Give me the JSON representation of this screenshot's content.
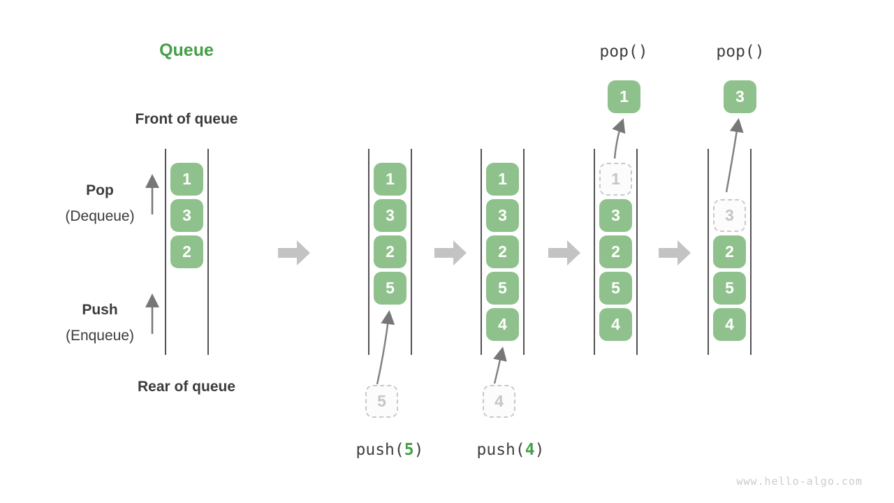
{
  "title": "Queue",
  "side": {
    "front_label": "Front of queue",
    "rear_label": "Rear of queue",
    "pop_label": "Pop",
    "pop_sub_label": "(Dequeue)",
    "push_label": "Push",
    "push_sub_label": "(Enqueue)"
  },
  "states": [
    {
      "cells": [
        "1",
        "3",
        "2"
      ]
    },
    {
      "cells": [
        "1",
        "3",
        "2",
        "5"
      ],
      "incoming": "5"
    },
    {
      "cells": [
        "1",
        "3",
        "2",
        "5",
        "4"
      ],
      "incoming": "4"
    },
    {
      "cells": [
        "3",
        "2",
        "5",
        "4"
      ],
      "ghost": "1",
      "popped": "1"
    },
    {
      "cells": [
        "2",
        "5",
        "4"
      ],
      "ghost": "3",
      "popped": "3"
    }
  ],
  "operations": {
    "pops": [
      "pop()",
      "pop()"
    ],
    "pushes": [
      {
        "prefix": "push(",
        "value": "5",
        "suffix": ")"
      },
      {
        "prefix": "push(",
        "value": "4",
        "suffix": ")"
      }
    ]
  },
  "watermark": "www.hello-algo.com",
  "colors": {
    "box_green": "#8fc18c",
    "accent_green": "#43a047",
    "text_dark": "#3b3b3b",
    "column_line": "#525252",
    "block_arrow": "#c3c3c3",
    "thin_arrow": "#828282",
    "ghost_border": "#c9c9c9",
    "ghost_text": "#c5c5c5",
    "watermark_gray": "#cbcbcb"
  }
}
